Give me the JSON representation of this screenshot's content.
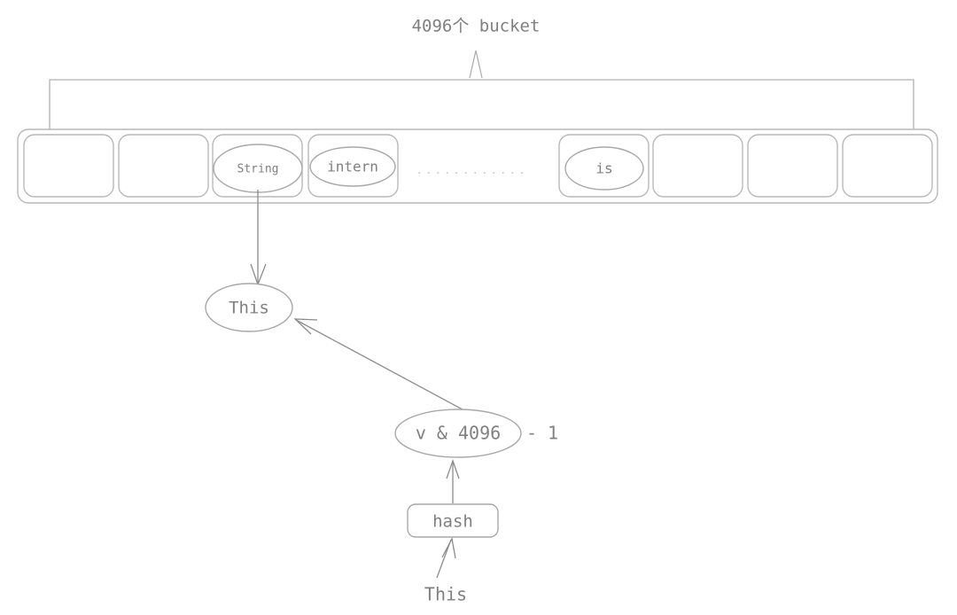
{
  "diagram": {
    "title": "4096个 bucket",
    "colors": {
      "stroke": "#b9b9b9",
      "text": "#808080",
      "arrow": "#8c8c8c",
      "background": "#ffffff"
    },
    "bucket_array": {
      "label": "bucket-array",
      "cells": [
        {
          "index": 0,
          "content": "",
          "shape": "empty"
        },
        {
          "index": 1,
          "content": "",
          "shape": "empty"
        },
        {
          "index": 2,
          "content": "String",
          "shape": "ellipse"
        },
        {
          "index": 3,
          "content": "intern",
          "shape": "ellipse"
        },
        {
          "index": 4,
          "content": "…………",
          "shape": "dots"
        },
        {
          "index": 5,
          "content": "is",
          "shape": "ellipse"
        },
        {
          "index": 6,
          "content": "",
          "shape": "empty"
        },
        {
          "index": 7,
          "content": "",
          "shape": "empty"
        },
        {
          "index": 8,
          "content": "",
          "shape": "empty"
        }
      ]
    },
    "nodes": {
      "chain_node": "This",
      "index_expr_inside": "v & 4096",
      "index_expr_outside": "- 1",
      "index_expr_full": "v & 4096 - 1",
      "hash_box": "hash",
      "input_string": "This"
    },
    "arrows": [
      {
        "name": "string-cell-to-this",
        "from": "String",
        "to": "This"
      },
      {
        "name": "index-to-this",
        "from": "v & 4096 - 1",
        "to": "This"
      },
      {
        "name": "hash-to-index",
        "from": "hash",
        "to": "v & 4096 - 1"
      },
      {
        "name": "input-to-hash",
        "from": "This",
        "to": "hash"
      }
    ]
  }
}
